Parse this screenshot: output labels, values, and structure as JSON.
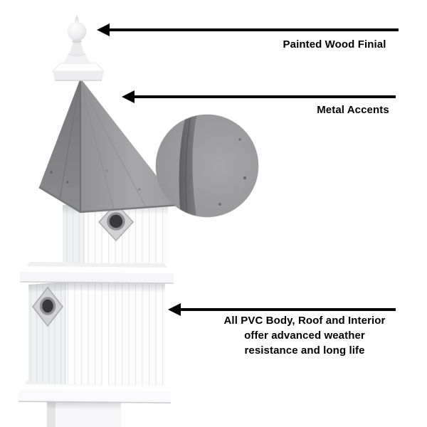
{
  "product": {
    "name": "White PVC birdhouse with gray metal roof and painted wood finial",
    "colors": {
      "roof_left_face": "#7d7d80",
      "roof_right_face": "#a1a1a4",
      "body": "#fdfdfe",
      "annotation": "#000000"
    }
  },
  "annotations": {
    "finial": {
      "label": "Painted Wood Finial"
    },
    "metal_accents": {
      "label": "Metal Accents"
    },
    "pvc_body": {
      "lines": [
        "All PVC Body, Roof and Interior",
        "offer advanced weather",
        "resistance and long life"
      ]
    }
  }
}
